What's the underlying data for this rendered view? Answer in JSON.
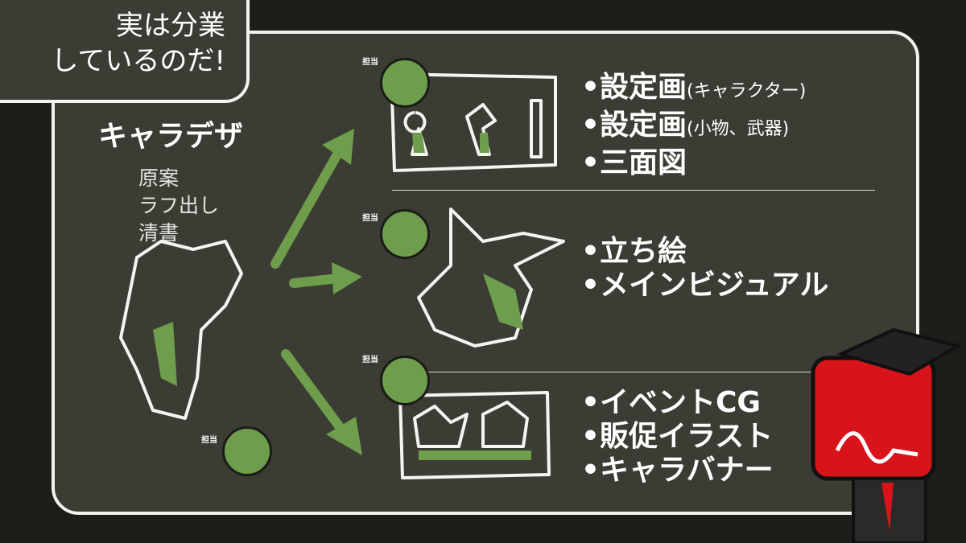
{
  "title": {
    "line1": "実は分業",
    "line2": "しているのだ!"
  },
  "chara_design": {
    "heading": "キャラデザ",
    "steps": [
      "原案",
      "ラフ出し",
      "清書"
    ]
  },
  "assignee_label": "担当",
  "groups": [
    {
      "items": [
        {
          "main": "•設定画",
          "note": "(キャラクター)"
        },
        {
          "main": "•設定画",
          "note": "(小物、武器)"
        },
        {
          "main": "•三面図",
          "note": ""
        }
      ]
    },
    {
      "items": [
        {
          "main": "•立ち絵",
          "note": ""
        },
        {
          "main": "•メインビジュアル",
          "note": ""
        }
      ]
    },
    {
      "items": [
        {
          "main": "•イベントCG",
          "note": ""
        },
        {
          "main": "•販促イラスト",
          "note": ""
        },
        {
          "main": "•キャラバナー",
          "note": ""
        }
      ]
    }
  ],
  "colors": {
    "board": "#3b3c34",
    "background": "#1d1e1a",
    "accent_green": "#6e9e4c",
    "mascot_red": "#d8141a"
  }
}
